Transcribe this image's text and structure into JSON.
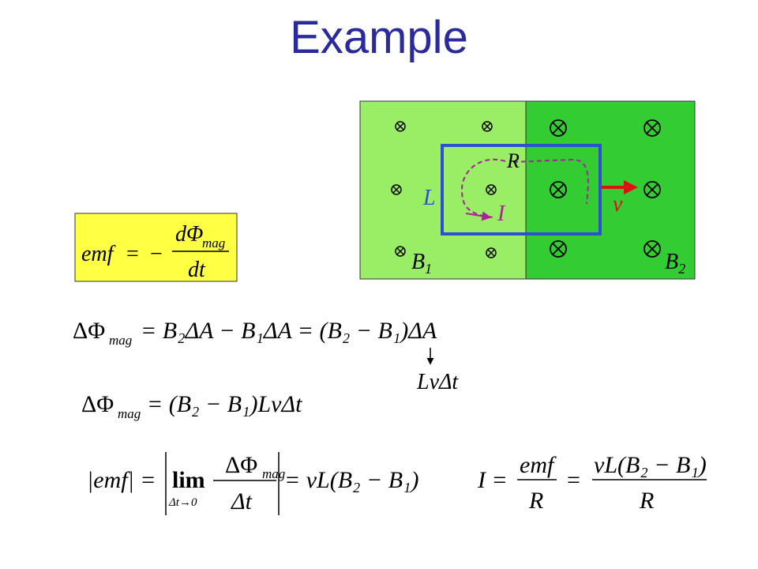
{
  "title": "Example",
  "colors": {
    "title": "#2a2a9e",
    "region_b1": "#99ee66",
    "region_b2": "#33cc33",
    "loop": "#2f4fd0",
    "current": "#aa2299",
    "velocity": "#dd1111",
    "formula_box": "#ffff44"
  },
  "diagram": {
    "label_R": "R",
    "label_L": "L",
    "label_I": "I",
    "label_v": "v",
    "label_B1": "B",
    "label_B1_sub": "1",
    "label_B2": "B",
    "label_B2_sub": "2",
    "field_symbol": "⊗"
  },
  "formulas": {
    "emf_definition": {
      "lhs": "emf",
      "eq": "=",
      "minus": "−",
      "num": "dΦ",
      "num_sub": "mag",
      "den": "dt"
    },
    "delta_flux": {
      "text": "ΔΦ",
      "sub": "mag",
      "rhs": "= B₂ΔA − B₁ΔA = (B₂ − B₁)ΔA"
    },
    "substitution": "LvΔt",
    "delta_flux_result": {
      "text": "ΔΦ",
      "sub": "mag",
      "rhs": "= (B₂ − B₁)LvΔt"
    },
    "emf_magnitude": {
      "lhs": "|emf| =",
      "lim": "lim",
      "lim_sub": "Δt→0",
      "num": "ΔΦ",
      "num_sub": "mag",
      "den": "Δt",
      "rhs": "= vL(B₂ − B₁)"
    },
    "current": {
      "lhs": "I =",
      "num1": "emf",
      "den1": "R",
      "eq": "=",
      "num2": "vL(B₂ − B₁)",
      "den2": "R"
    }
  }
}
